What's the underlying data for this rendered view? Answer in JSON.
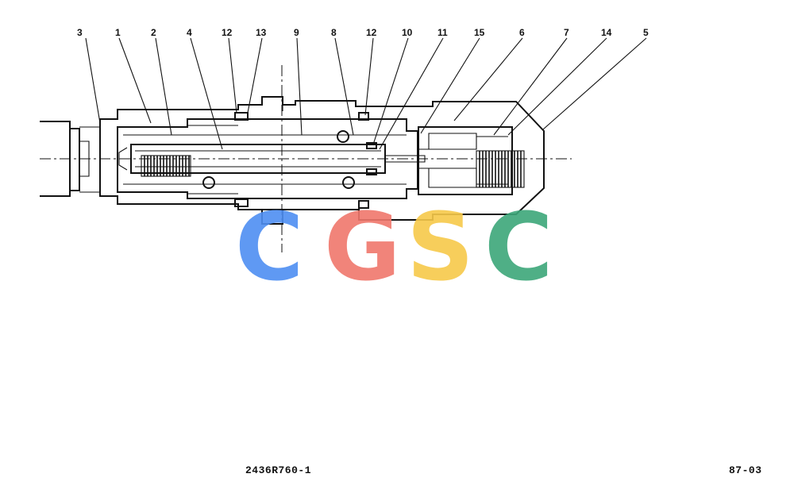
{
  "callouts": [
    {
      "id": "c3",
      "label": "3"
    },
    {
      "id": "c1",
      "label": "1"
    },
    {
      "id": "c2",
      "label": "2"
    },
    {
      "id": "c4",
      "label": "4"
    },
    {
      "id": "c12a",
      "label": "12"
    },
    {
      "id": "c13",
      "label": "13"
    },
    {
      "id": "c9",
      "label": "9"
    },
    {
      "id": "c8",
      "label": "8"
    },
    {
      "id": "c12b",
      "label": "12"
    },
    {
      "id": "c10",
      "label": "10"
    },
    {
      "id": "c11",
      "label": "11"
    },
    {
      "id": "c15",
      "label": "15"
    },
    {
      "id": "c6",
      "label": "6"
    },
    {
      "id": "c7",
      "label": "7"
    },
    {
      "id": "c14",
      "label": "14"
    },
    {
      "id": "c5",
      "label": "5"
    }
  ],
  "watermark": {
    "text": "CGSC",
    "letters": [
      "C",
      "G",
      "S",
      "C"
    ],
    "colors": [
      "#4e8ff2",
      "#f0776c",
      "#f7c94a",
      "#3ca77a"
    ]
  },
  "footer": {
    "drawing_number": "2436R760-1",
    "page_number": "87-03"
  }
}
